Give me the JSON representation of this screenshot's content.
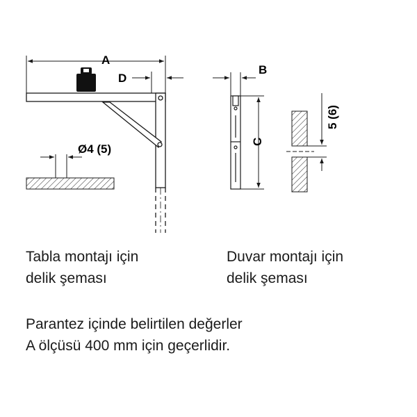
{
  "labels": {
    "dim_a": "A",
    "dim_b": "B",
    "dim_c": "C",
    "dim_d": "D",
    "hole_diameter": "Ø4 (5)",
    "hole_offset": "5 (6)"
  },
  "captions": {
    "table_mount_line1": "Tabla montajı için",
    "table_mount_line2": "delik şeması",
    "wall_mount_line1": "Duvar montajı için",
    "wall_mount_line2": "delik şeması"
  },
  "note": {
    "line1": "Parantez içinde belirtilen değerler",
    "line2": "A ölçüsü 400 mm için geçerlidir."
  },
  "colors": {
    "line": "#1a1a1a",
    "weight": "#111111"
  },
  "icons": [
    "weight-icon"
  ]
}
